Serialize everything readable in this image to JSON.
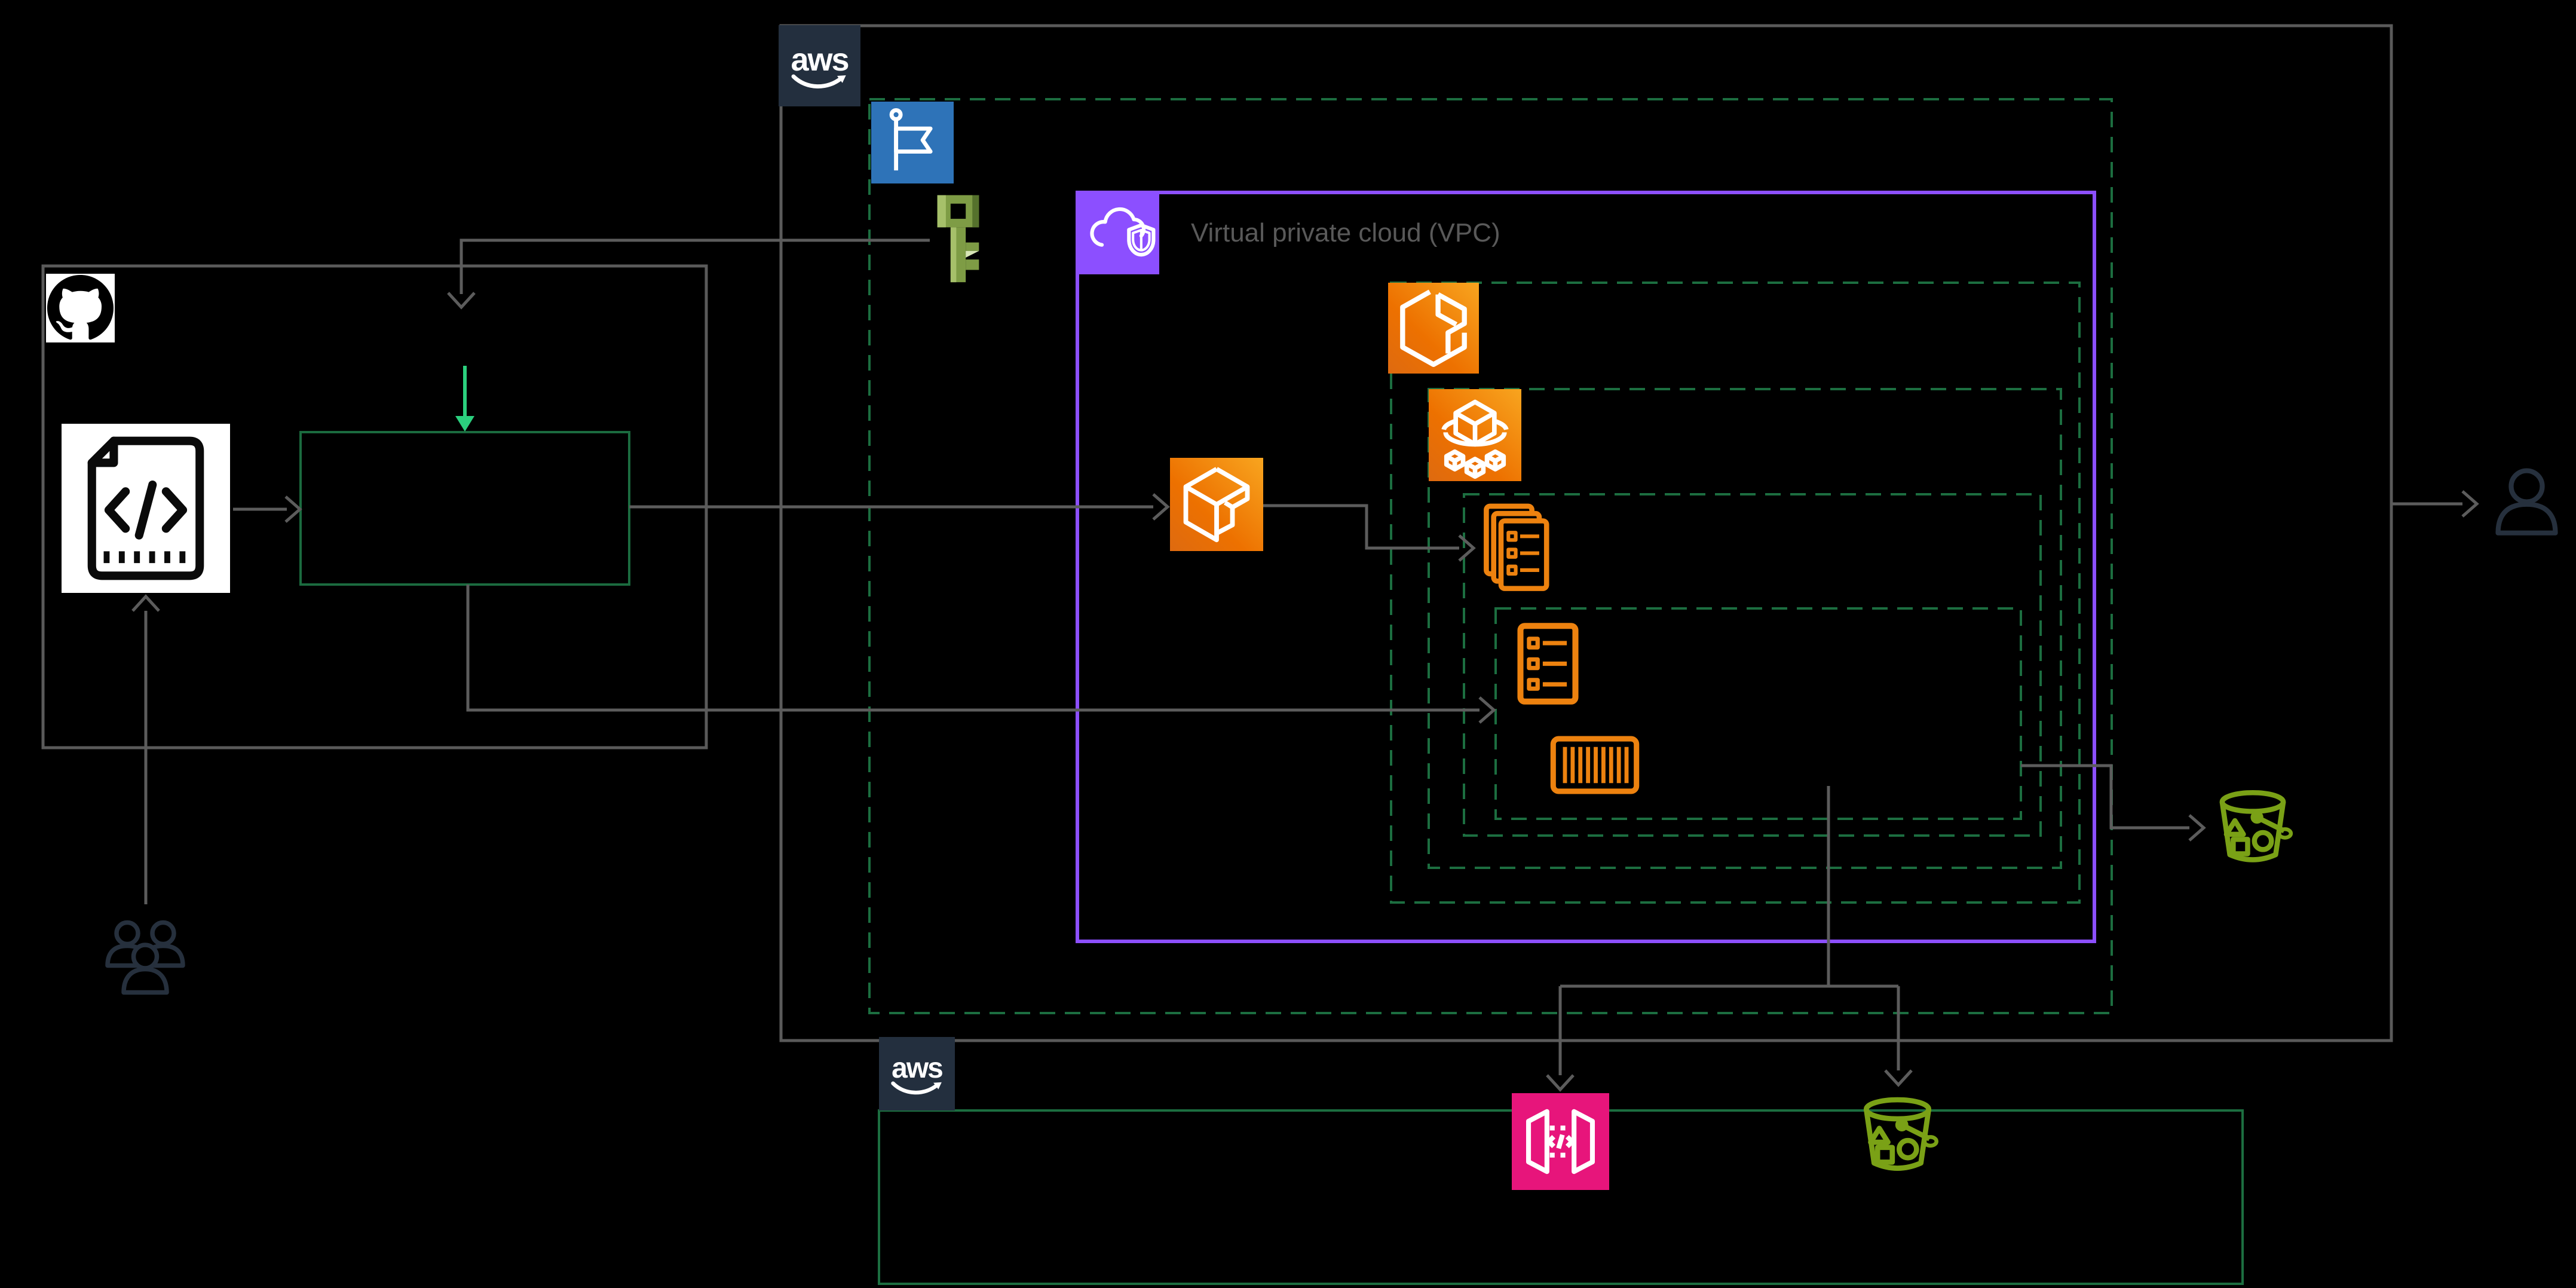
{
  "diagram": {
    "background": "#000000",
    "labels": {
      "vpc_box": "Virtual private cloud (VPC)",
      "aws_wordmark": "aws"
    },
    "colors": {
      "box_gray": "#5A5A5A",
      "arrow_gray": "#5C5C5C",
      "dashed_green": "#1C6E40",
      "build_box_green": "#1B6B3F",
      "bright_green_arrow": "#2BD07E",
      "vpc_purple": "#8C4FFF",
      "orange_fill": "#ED7100",
      "orange_outline": "#ED820F",
      "s3_green": "#7AA116",
      "api_gateway_pink": "#E7157B",
      "flag_blue": "#2E73B8",
      "aws_navy": "#232F3E",
      "key_olive": "#7E9C45",
      "person_slate": "#26303D",
      "label_gray": "#595959"
    },
    "icons": [
      "github-logo",
      "code-file-icon",
      "aws-logo",
      "flag-icon",
      "access-key-icon",
      "vpc-icon",
      "ecs-cluster-icon",
      "ecs-service-icon",
      "ecs-tasks-icon",
      "ecs-task-definition-icon",
      "container-icon",
      "ecr-image-icon",
      "s3-bucket-icon",
      "api-gateway-icon",
      "user-icon",
      "users-icon"
    ]
  }
}
